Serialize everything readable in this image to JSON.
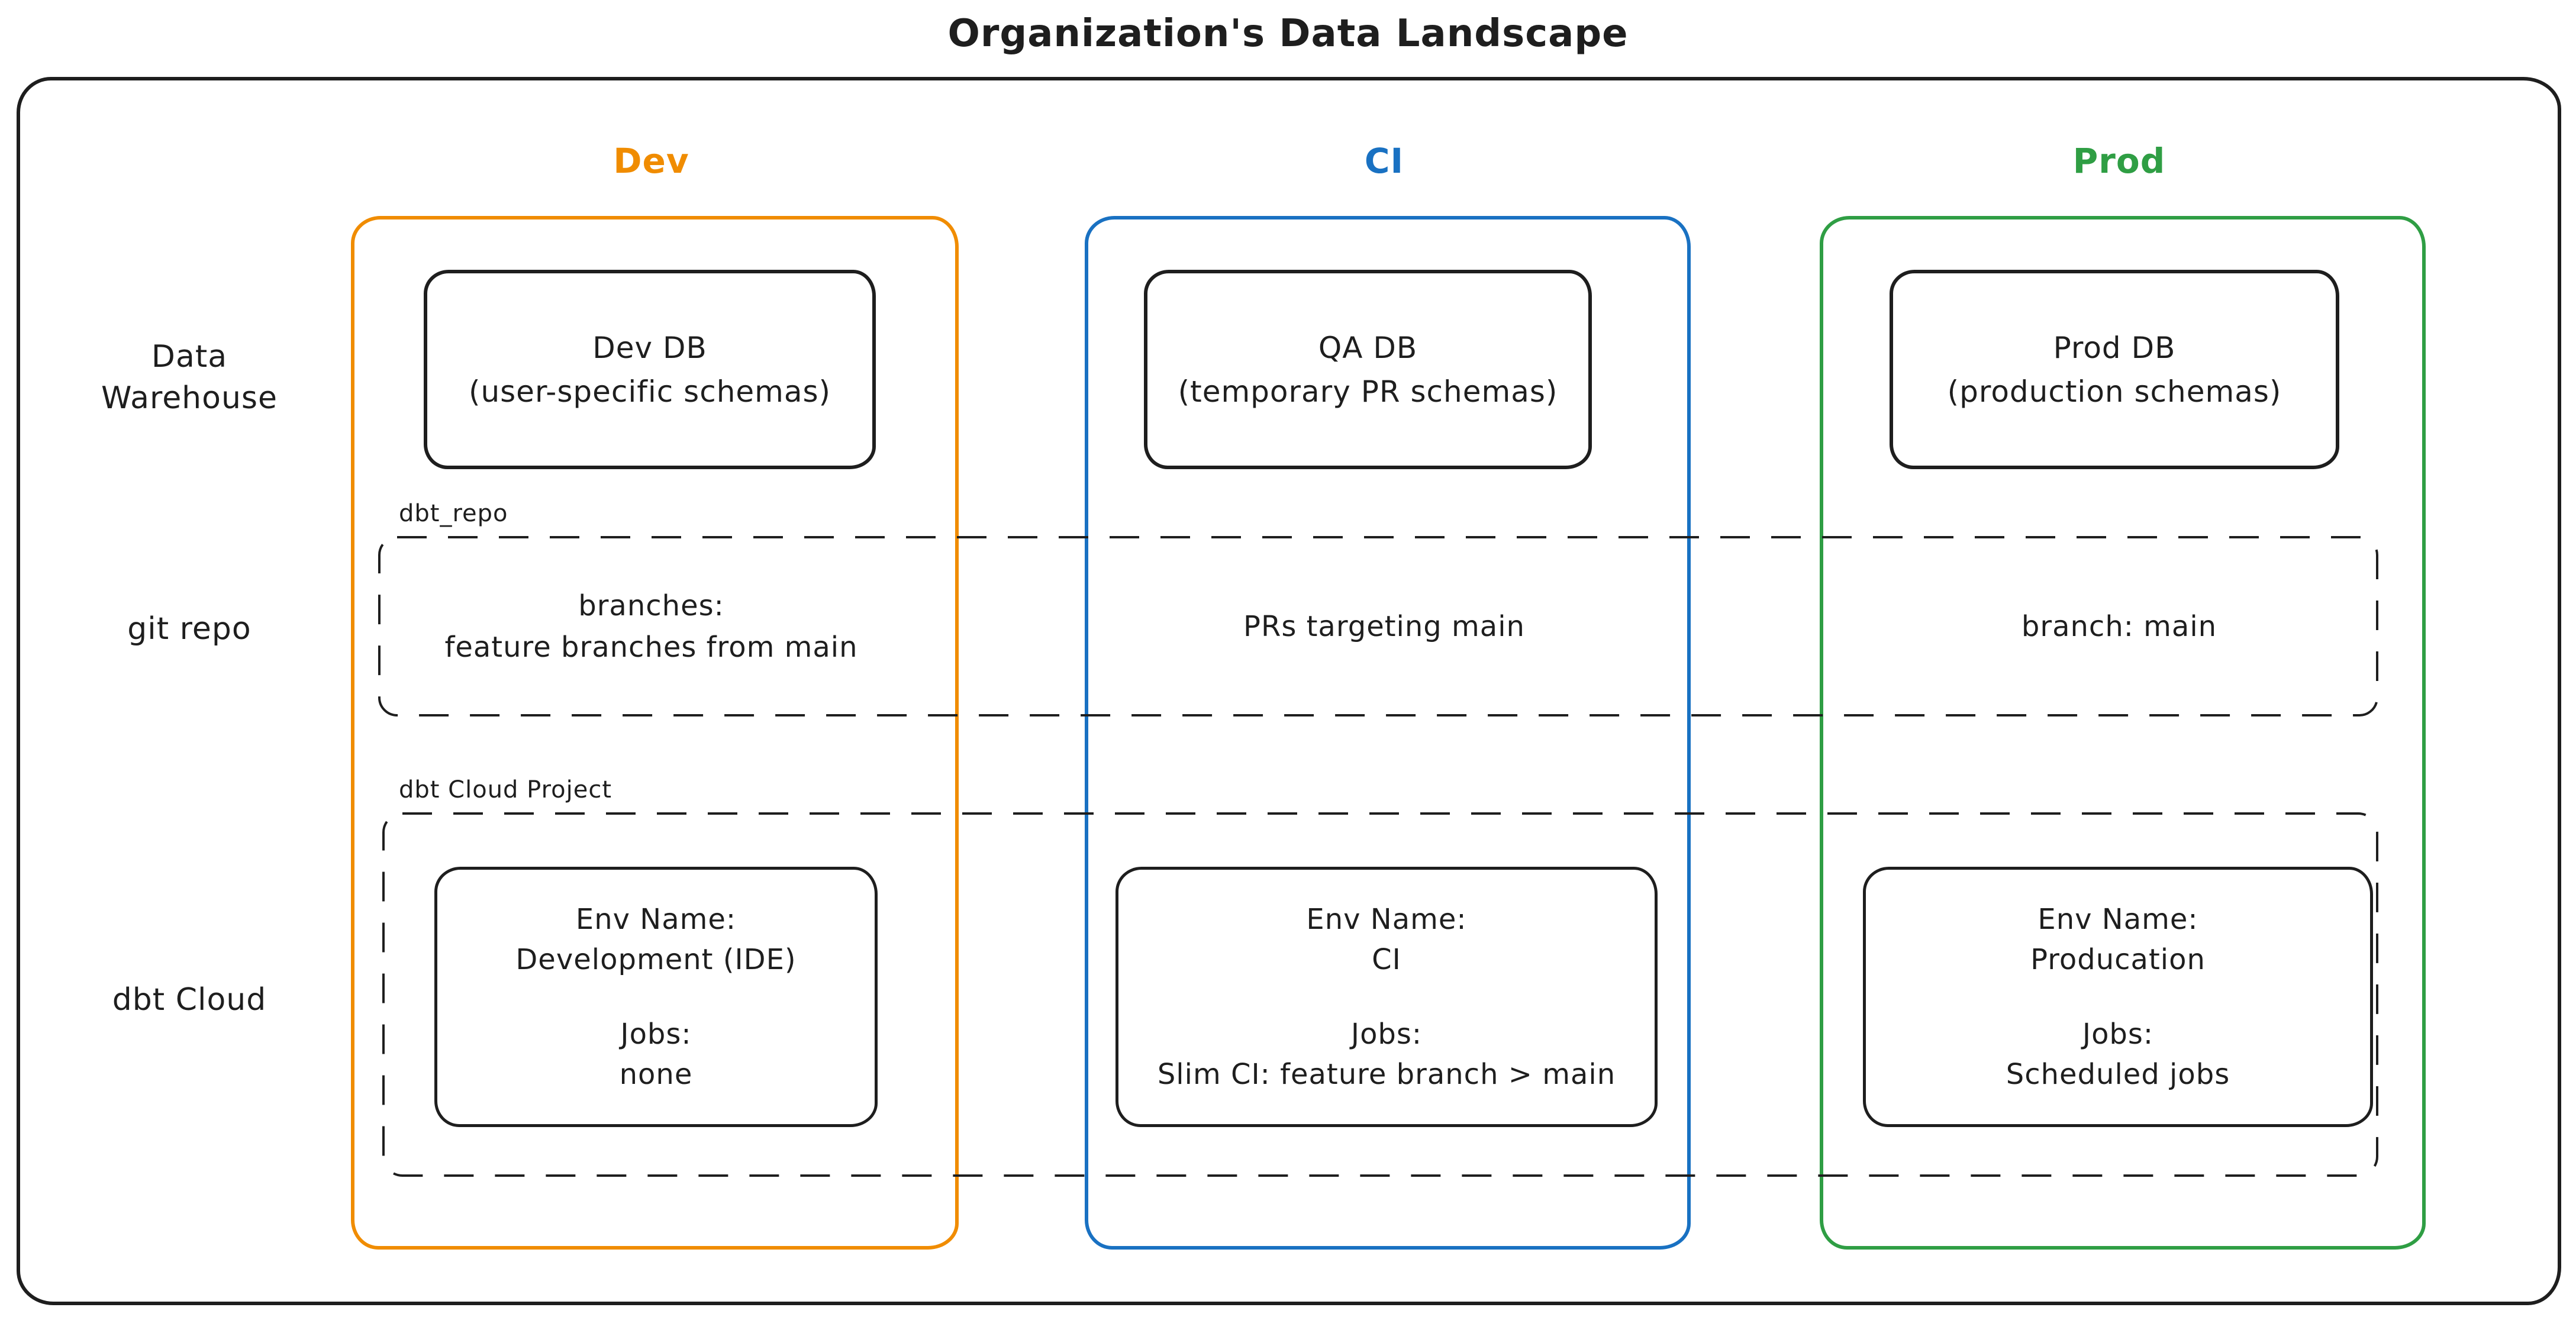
{
  "title": "Organization's Data Landscape",
  "colors": {
    "ink": "#1e1e1e",
    "dev_accent": "#f08c00",
    "ci_accent": "#1971c2",
    "prod_accent": "#2f9e44",
    "background": "#ffffff"
  },
  "column_headers": {
    "dev": "Dev",
    "ci": "CI",
    "prod": "Prod"
  },
  "row_labels": {
    "warehouse_line1": "Data",
    "warehouse_line2": "Warehouse",
    "git": "git repo",
    "dbt": "dbt Cloud"
  },
  "warehouse_boxes": {
    "dev": {
      "title": "Dev DB",
      "subtitle": "(user-specific schemas)"
    },
    "ci": {
      "title": "QA DB",
      "subtitle": "(temporary PR schemas)"
    },
    "prod": {
      "title": "Prod DB",
      "subtitle": "(production schemas)"
    }
  },
  "git_section": {
    "tag": "dbt_repo",
    "dev_line1": "branches:",
    "dev_line2": "feature branches from main",
    "ci": "PRs targeting main",
    "prod": "branch: main"
  },
  "dbt_section": {
    "tag": "dbt Cloud Project",
    "dev": {
      "env_label": "Env Name:",
      "env_value": "Development (IDE)",
      "jobs_label": "Jobs:",
      "jobs_value": "none"
    },
    "ci": {
      "env_label": "Env Name:",
      "env_value": "CI",
      "jobs_label": "Jobs:",
      "jobs_value": "Slim CI: feature branch > main"
    },
    "prod": {
      "env_label": "Env Name:",
      "env_value": "Producation",
      "jobs_label": "Jobs:",
      "jobs_value": "Scheduled jobs"
    }
  }
}
